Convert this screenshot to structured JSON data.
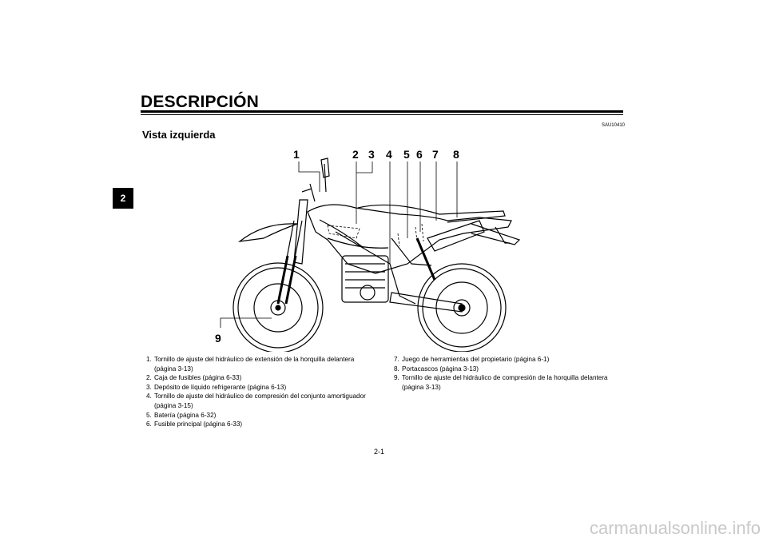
{
  "header": {
    "title": "DESCRIPCIÓN",
    "chapter_tab": "2"
  },
  "section": {
    "code": "SAU10410",
    "title": "Vista izquierda"
  },
  "figure": {
    "callouts": [
      "1",
      "2",
      "3",
      "4",
      "5",
      "6",
      "7",
      "8",
      "9"
    ]
  },
  "legend": {
    "left": [
      {
        "num": "1.",
        "text": "Tornillo de ajuste del hidráulico de extensión de la horquilla delantera (página 3-13)"
      },
      {
        "num": "2.",
        "text": "Caja de fusibles (página 6-33)"
      },
      {
        "num": "3.",
        "text": "Depósito de líquido refrigerante (página 6-13)"
      },
      {
        "num": "4.",
        "text": "Tornillo de ajuste del hidráulico de compresión del conjunto amortiguador (página 3-15)"
      },
      {
        "num": "5.",
        "text": "Batería (página 6-32)"
      },
      {
        "num": "6.",
        "text": "Fusible principal (página 6-33)"
      }
    ],
    "right": [
      {
        "num": "7.",
        "text": "Juego de herramientas del propietario (página 6-1)"
      },
      {
        "num": "8.",
        "text": "Portacascos (página 3-13)"
      },
      {
        "num": "9.",
        "text": "Tornillo de ajuste del hidráulico de compresión de la horquilla delantera (página 3-13)"
      }
    ]
  },
  "footer": {
    "page_number": "2-1",
    "watermark": "carmanualsonline.info"
  }
}
